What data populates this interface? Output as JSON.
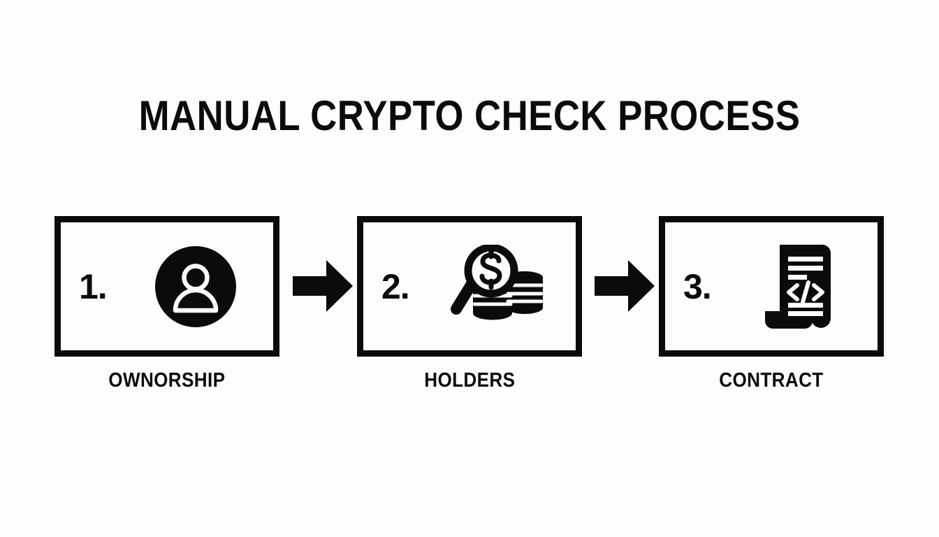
{
  "page": {
    "background_color": "#FDFDFD",
    "ink_color": "#0B0B0B",
    "title": "MANUAL CRYPTO CHECK PROCESS"
  },
  "steps": [
    {
      "number": "1.",
      "caption": "OWNORSHIP",
      "icon_name": "user-avatar-icon"
    },
    {
      "number": "2.",
      "caption": "HOLDERS",
      "icon_name": "magnifier-dollar-coins-icon"
    },
    {
      "number": "3.",
      "caption": "CONTRACT",
      "icon_name": "code-scroll-icon"
    }
  ],
  "connectors": [
    {
      "icon_name": "arrow-right-icon"
    },
    {
      "icon_name": "arrow-right-icon"
    }
  ]
}
